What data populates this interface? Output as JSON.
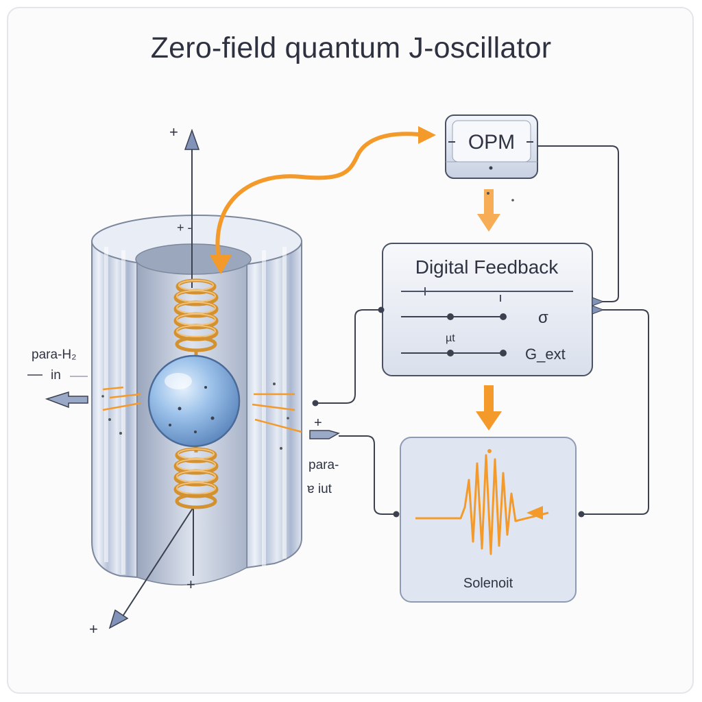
{
  "title": "Zero-field quantum J-oscillator",
  "labels": {
    "opm": "OPM",
    "feedback_title": "Digital Feedback",
    "feedback_sym_1": "σ",
    "feedback_sym_2": "µt",
    "feedback_gext": "G_ext",
    "solenoid": "Solenoit",
    "para_in_1": "para-H₂",
    "para_in_2": "in",
    "para_out_1": "para-",
    "para_out_2": "ɐ iut",
    "plus": "+",
    "minus_plus": "+ -"
  },
  "colors": {
    "accent_orange": "#f39a2b",
    "coil": "#d99a3a",
    "sphere": "#8fb6e3",
    "panel": "#e8edf6",
    "line": "#3c4150"
  }
}
